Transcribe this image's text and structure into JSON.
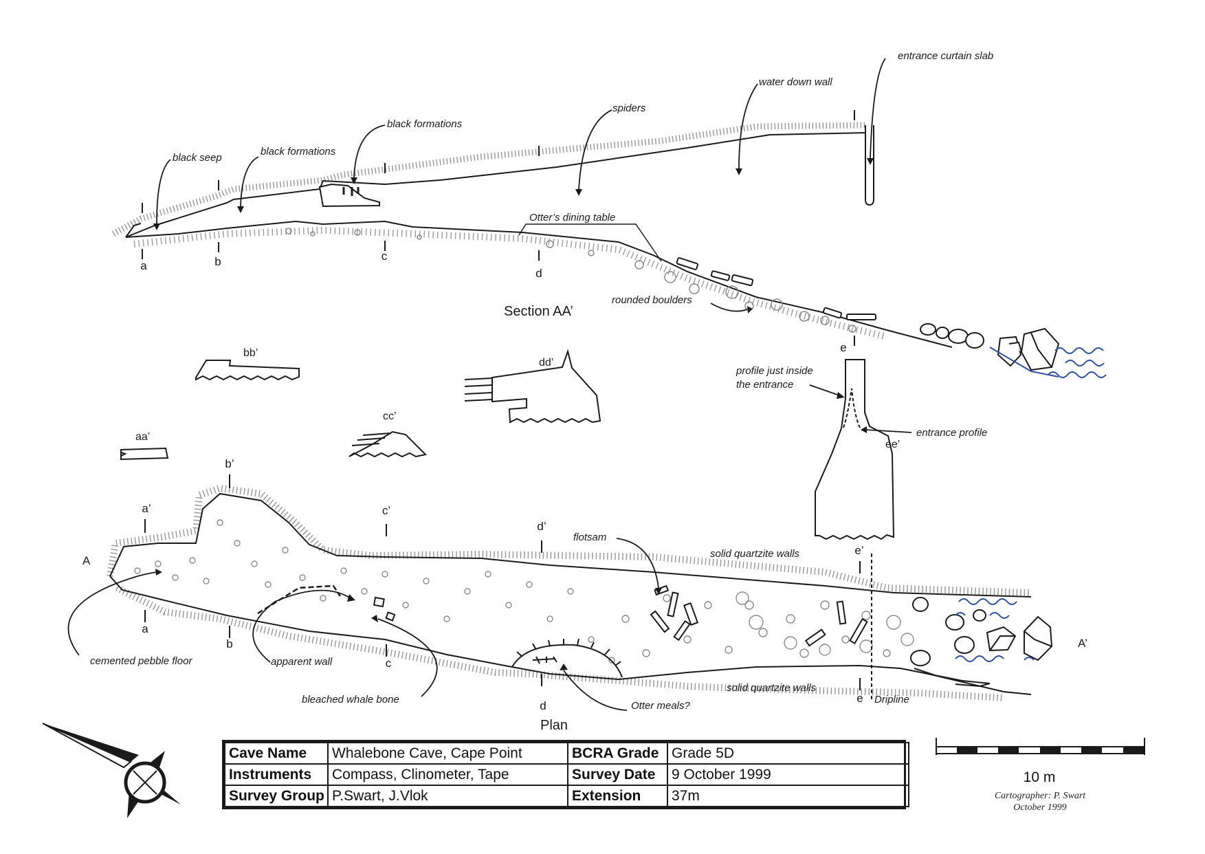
{
  "section": {
    "title": "Section AA’",
    "markers_top": [
      "a",
      "b",
      "c",
      "d",
      "e"
    ],
    "annotations": {
      "black_seep": "black seep",
      "black_formations_1": "black formations",
      "black_formations_2": "black formations",
      "spiders": "spiders",
      "water_down_wall": "water down wall",
      "entrance_curtain_slab": "entrance curtain slab",
      "otters_dining_table": "Otter’s dining table",
      "rounded_boulders": "rounded boulders"
    }
  },
  "cross_sections": {
    "aa": "aa’",
    "bb": "bb’",
    "cc": "cc’",
    "dd": "dd’",
    "ee": "ee’",
    "profile_inside": [
      "profile just inside",
      "the entrance"
    ],
    "entrance_profile": "entrance profile"
  },
  "plan": {
    "title": "Plan",
    "start": "A",
    "end": "A’",
    "markers_top": [
      "a’",
      "b’",
      "c’",
      "d’",
      "e’"
    ],
    "markers_bottom": [
      "a",
      "b",
      "c",
      "d",
      "e"
    ],
    "annotations": {
      "cemented_pebble_floor": "cemented pebble floor",
      "apparent_wall": "apparent wall",
      "bleached_whale_bone": "bleached whale bone",
      "otter_meals": "Otter meals?",
      "flotsam": "flotsam",
      "solid_walls_top": "solid quartzite walls",
      "solid_walls_bottom": "solid quartzite walls",
      "dripline": "Dripline"
    }
  },
  "info": {
    "rows": [
      {
        "label1": "Cave Name",
        "value1": "Whalebone Cave, Cape Point",
        "label2": "BCRA Grade",
        "value2": "Grade 5D"
      },
      {
        "label1": "Instruments",
        "value1": "Compass, Clinometer, Tape",
        "label2": "Survey Date",
        "value2": "9 October 1999"
      },
      {
        "label1": "Survey Group",
        "value1": "P.Swart, J.Vlok",
        "label2": "Extension",
        "value2": "37m"
      }
    ]
  },
  "scale": {
    "label": "10 m"
  },
  "credit": {
    "cartographer": "Cartographer: P. Swart",
    "date": "October 1999"
  },
  "colors": {
    "ink": "#1a1a1a",
    "water": "#2c4f9e",
    "pebble": "#8a8a8a"
  }
}
